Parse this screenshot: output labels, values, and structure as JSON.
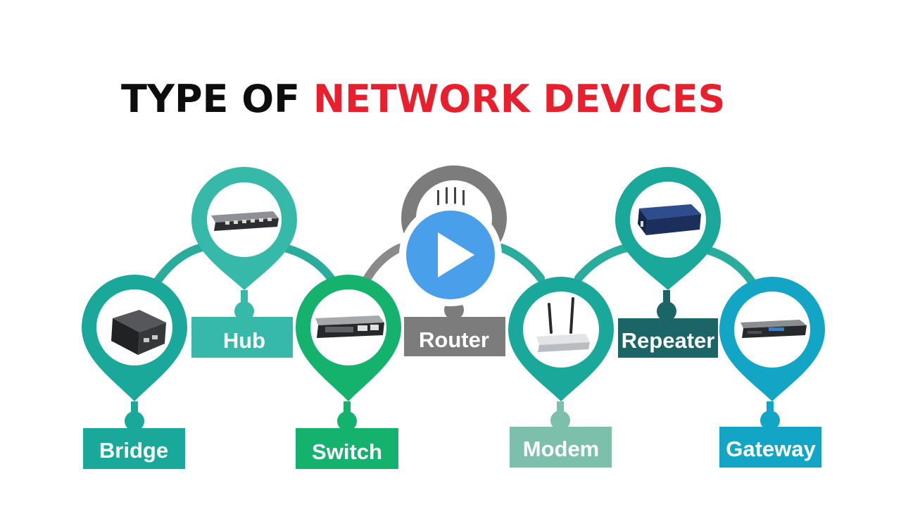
{
  "title": {
    "part1": "TYPE OF",
    "part2": "NETWORK DEVICES"
  },
  "colors": {
    "title_black": "#0d0d0d",
    "title_red": "#e8202e",
    "teal": "#1aa89a",
    "teal_light": "#36b9a9",
    "green": "#15b26d",
    "gray": "#7c7c7c",
    "mint": "#7cc0ac",
    "dark_teal": "#1b6566",
    "cyan": "#13a5c5",
    "play_blue": "#4a9fea"
  },
  "devices": [
    {
      "label": "Bridge",
      "icon": "bridge-device-icon"
    },
    {
      "label": "Hub",
      "icon": "hub-device-icon"
    },
    {
      "label": "Switch",
      "icon": "switch-device-icon"
    },
    {
      "label": "Router",
      "icon": "router-device-icon"
    },
    {
      "label": "Modem",
      "icon": "modem-device-icon"
    },
    {
      "label": "Repeater",
      "icon": "repeater-device-icon"
    },
    {
      "label": "Gateway",
      "icon": "gateway-device-icon"
    }
  ],
  "overlay": {
    "icon": "play-icon"
  }
}
